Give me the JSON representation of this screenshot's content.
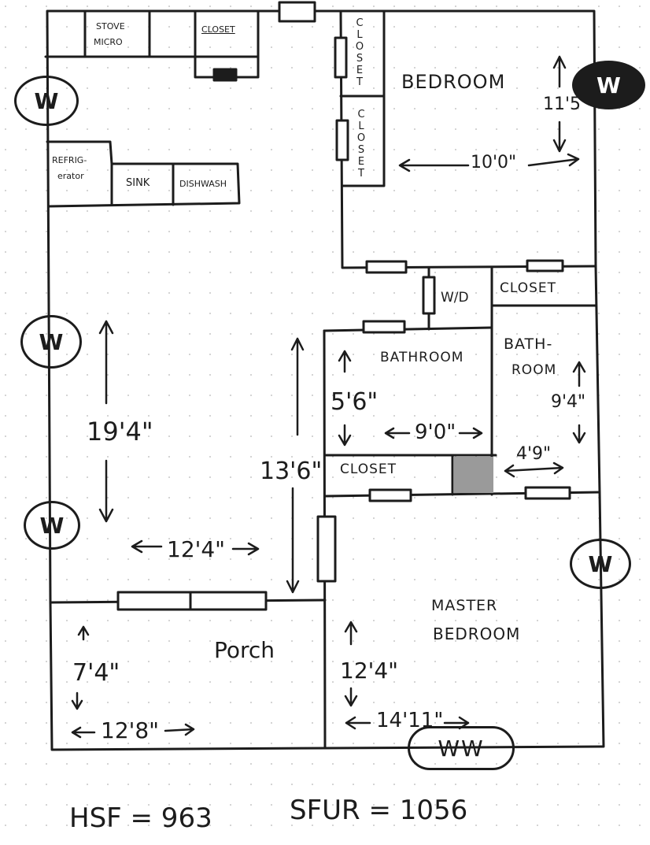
{
  "rooms": {
    "bedroom": "BEDROOM",
    "bathroom_center": "BATHROOM",
    "bathroom_right_line1": "BATH-",
    "bathroom_right_line2": "ROOM",
    "master_line1": "MASTER",
    "master_line2": "BEDROOM",
    "porch": "Porch"
  },
  "fixtures": {
    "stove": "STOVE",
    "micro": "MICRO",
    "closet_kitchen": "CLOSET",
    "refrig_line1": "REFRIG-",
    "refrig_line2": "erator",
    "sink": "SINK",
    "dishwasher": "DISHWASH",
    "closet_vertical_top": "CLOSET",
    "closet_vertical_bottom": "CLOSET",
    "wd": "W/D",
    "closet_right": "CLOSET",
    "closet_center": "CLOSET"
  },
  "dimensions": {
    "bedroom_width": "10'0\"",
    "bedroom_depth": "11'5\"",
    "living_length": "19'4\"",
    "living_width": "12'4\"",
    "hall_length": "13'6\"",
    "bath_height": "5'6\"",
    "bath_width": "9'0\"",
    "bath2_height": "9'4\"",
    "bath2_width": "4'9\"",
    "master_depth": "12'4\"",
    "master_width": "14'11\"",
    "porch_depth": "7'4\"",
    "porch_width": "12'8\""
  },
  "symbols": {
    "window": "W",
    "double_window": "WW"
  },
  "totals": {
    "hsf": "HSF = 963",
    "sfur": "SFUR = 1056"
  },
  "colors": {
    "ink": "#1c1c1c",
    "paper": "#ffffff",
    "grid_dots": "#b5b5b5",
    "shaded": "#9a9a9a"
  }
}
